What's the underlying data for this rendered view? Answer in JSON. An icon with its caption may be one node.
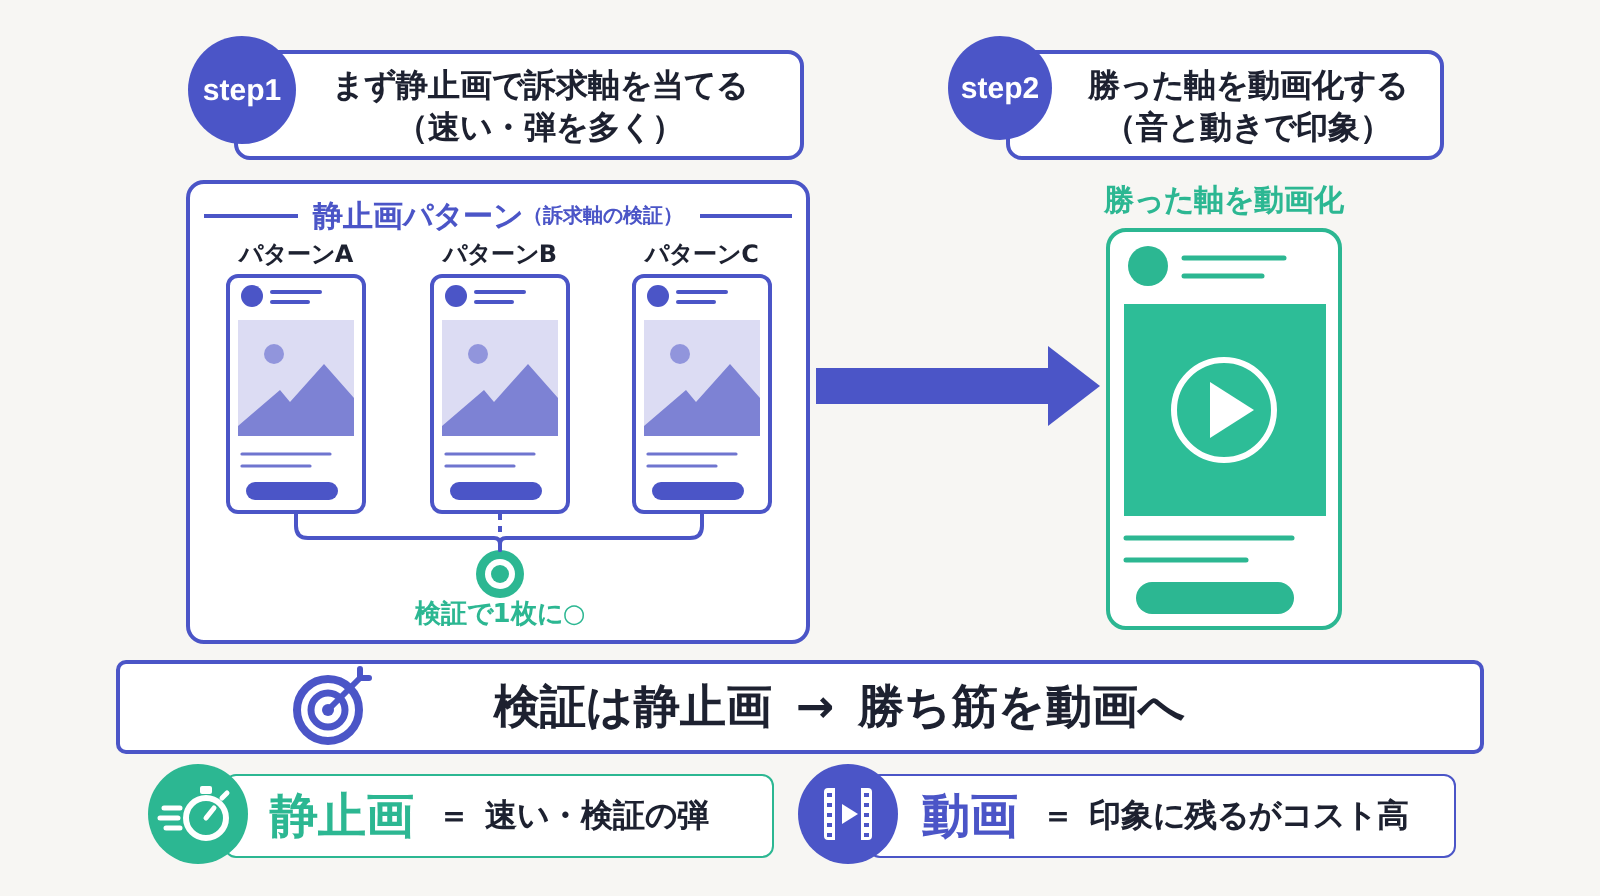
{
  "diagram": {
    "nodes": [
      {
        "text": [
          "step1"
        ]
      },
      {
        "text": [
          "まず静止画で訴求軸を当てる（速い・弾を多く）"
        ]
      },
      {
        "text": [
          "step2"
        ]
      },
      {
        "text": [
          "勝った軸を動画化する（音と動きで印象）"
        ]
      },
      {
        "text": [
          "静止画パターン",
          "（訴求軸の検証）"
        ]
      },
      {
        "text": [
          "パターンA"
        ],
        "in": 4
      },
      {
        "text": [
          "パターンB"
        ],
        "in": 4
      },
      {
        "text": [
          "パターンC"
        ],
        "in": 4
      },
      {
        "text": [],
        "shape": "circle",
        "in": 4,
        "beside": [
          "検証で1枚に○"
        ]
      },
      {
        "text": [
          "勝った軸を動画化"
        ]
      },
      {
        "text": [
          "検証は静止画 → 勝ち筋を動画へ"
        ]
      },
      {
        "text": [
          "静止画",
          "＝ 速い・検証の弾"
        ]
      },
      {
        "text": [
          "動画",
          "＝ 印象に残るがコスト高"
        ]
      }
    ],
    "edges": [
      {
        "from": 5,
        "to": 8,
        "arrow": "none"
      },
      {
        "from": 6,
        "to": 8,
        "arrow": "none",
        "style": "dashed"
      },
      {
        "from": 7,
        "to": 8,
        "arrow": "none"
      },
      {
        "from": 4,
        "to": 9,
        "arrow": "to",
        "style": "thick"
      }
    ]
  }
}
